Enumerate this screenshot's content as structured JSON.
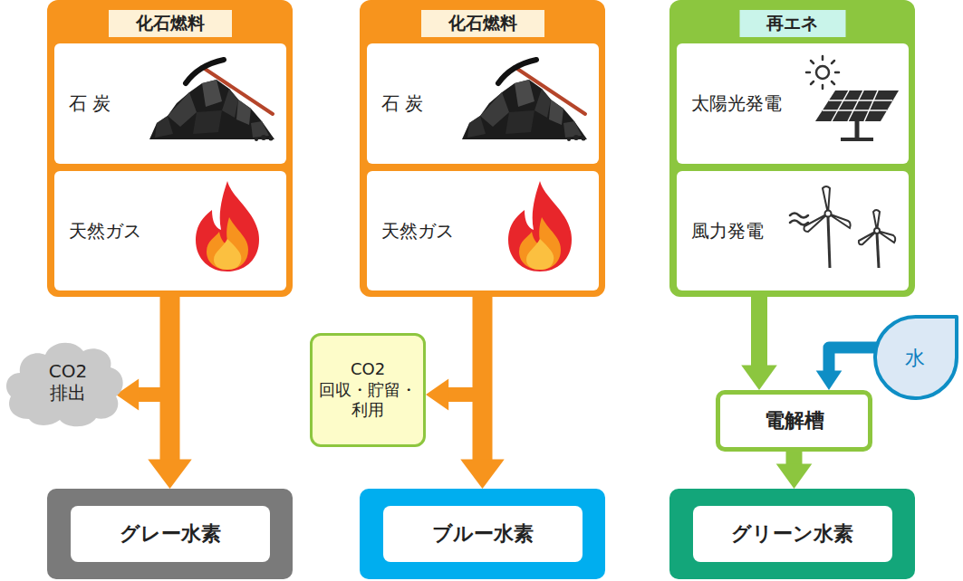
{
  "diagram": {
    "nodes": [
      {
        "text": [
          "化石燃料"
        ]
      },
      {
        "text": [
          "石 炭"
        ],
        "in": 0
      },
      {
        "text": [
          "天然ガス"
        ],
        "in": 0
      },
      {
        "text": [
          "CO2 排出"
        ]
      },
      {
        "text": [
          "グレー水素"
        ]
      },
      {
        "text": [
          "化石燃料"
        ]
      },
      {
        "text": [
          "石 炭"
        ],
        "in": 5
      },
      {
        "text": [
          "天然ガス"
        ],
        "in": 5
      },
      {
        "text": [
          "CO2 回収・貯留・利用"
        ]
      },
      {
        "text": [
          "ブルー水素"
        ]
      },
      {
        "text": [
          "再エネ"
        ]
      },
      {
        "text": [
          "太陽光発電"
        ],
        "in": 10
      },
      {
        "text": [
          "風力発電"
        ],
        "in": 10
      },
      {
        "text": [
          "水"
        ]
      },
      {
        "text": [
          "電解槽"
        ]
      },
      {
        "text": [
          "グリーン水素"
        ]
      }
    ],
    "edges": [
      {
        "from": 0,
        "to": 4,
        "arrow": "to"
      },
      {
        "from": 0,
        "to": 3,
        "arrow": "to"
      },
      {
        "from": 5,
        "to": 9,
        "arrow": "to"
      },
      {
        "from": 5,
        "to": 8,
        "arrow": "to"
      },
      {
        "from": 10,
        "to": 14,
        "arrow": "to"
      },
      {
        "from": 13,
        "to": 14,
        "arrow": "to"
      },
      {
        "from": 14,
        "to": 15,
        "arrow": "to"
      }
    ]
  }
}
